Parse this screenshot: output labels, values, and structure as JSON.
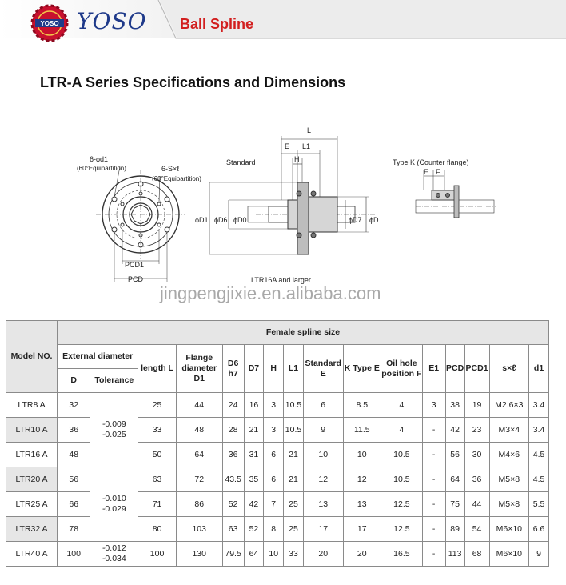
{
  "header": {
    "logo_badge": "YOSO",
    "brand": "YOSO",
    "product": "Ball Spline"
  },
  "title": "LTR-A Series Specifications and Dimensions",
  "drawing": {
    "flange_holes": "6-ϕd1",
    "equi_left": "(60°Equipartition)",
    "tapped_holes": "6-S×ℓ",
    "equi_right": "(60°Equipartition)",
    "pcd1": "PCD1",
    "pcd": "PCD",
    "standard": "Standard",
    "type_k": "Type K (Counter flange)",
    "dim_L": "L",
    "dim_E": "E",
    "dim_L1": "L1",
    "dim_H": "H",
    "dim_D1": "ϕD1",
    "dim_D6": "ϕD6",
    "dim_D0": "ϕD0",
    "dim_D7": "ϕD7",
    "dim_D": "ϕD",
    "dim_K_E": "E",
    "dim_K_F": "F",
    "note": "LTR16A and larger"
  },
  "watermark": "jingpengjixie.en.alibaba.com",
  "table": {
    "model_header": "Model NO.",
    "group_header": "Female spline size",
    "ext_diameter": "External diameter",
    "col_D": "D",
    "col_tol": "Tolerance",
    "col_length": "length L",
    "col_flange": "Flange diameter D1",
    "col_d6": "D6 h7",
    "col_d7": "D7",
    "col_h": "H",
    "col_l1": "L1",
    "col_standard": "Standard E",
    "col_ktype": "K Type E",
    "col_oil": "Oil hole position F",
    "col_e1": "E1",
    "col_pcd": "PCD",
    "col_pcd1": "PCD1",
    "col_sxl": "s×ℓ",
    "col_d1": "d1",
    "tolerances": [
      {
        "upper": "-0.009",
        "lower": "-0.025"
      },
      {
        "upper": "-0.010",
        "lower": "-0.029"
      },
      {
        "upper": "-0.012",
        "lower": "-0.034"
      }
    ],
    "rows": [
      {
        "model": "LTR8 A",
        "D": "32",
        "L": "25",
        "D1": "44",
        "D6": "24",
        "D7": "16",
        "H": "3",
        "L1": "10.5",
        "E": "6",
        "KE": "8.5",
        "F": "4",
        "E1": "3",
        "PCD": "38",
        "PCD1": "19",
        "SL": "M2.6×3",
        "d1": "3.4"
      },
      {
        "model": "LTR10 A",
        "D": "36",
        "L": "33",
        "D1": "48",
        "D6": "28",
        "D7": "21",
        "H": "3",
        "L1": "10.5",
        "E": "9",
        "KE": "11.5",
        "F": "4",
        "E1": "-",
        "PCD": "42",
        "PCD1": "23",
        "SL": "M3×4",
        "d1": "3.4"
      },
      {
        "model": "LTR16 A",
        "D": "48",
        "L": "50",
        "D1": "64",
        "D6": "36",
        "D7": "31",
        "H": "6",
        "L1": "21",
        "E": "10",
        "KE": "10",
        "F": "10.5",
        "E1": "-",
        "PCD": "56",
        "PCD1": "30",
        "SL": "M4×6",
        "d1": "4.5"
      },
      {
        "model": "LTR20 A",
        "D": "56",
        "L": "63",
        "D1": "72",
        "D6": "43.5",
        "D7": "35",
        "H": "6",
        "L1": "21",
        "E": "12",
        "KE": "12",
        "F": "10.5",
        "E1": "-",
        "PCD": "64",
        "PCD1": "36",
        "SL": "M5×8",
        "d1": "4.5"
      },
      {
        "model": "LTR25 A",
        "D": "66",
        "L": "71",
        "D1": "86",
        "D6": "52",
        "D7": "42",
        "H": "7",
        "L1": "25",
        "E": "13",
        "KE": "13",
        "F": "12.5",
        "E1": "-",
        "PCD": "75",
        "PCD1": "44",
        "SL": "M5×8",
        "d1": "5.5"
      },
      {
        "model": "LTR32 A",
        "D": "78",
        "L": "80",
        "D1": "103",
        "D6": "63",
        "D7": "52",
        "H": "8",
        "L1": "25",
        "E": "17",
        "KE": "17",
        "F": "12.5",
        "E1": "-",
        "PCD": "89",
        "PCD1": "54",
        "SL": "M6×10",
        "d1": "6.6"
      },
      {
        "model": "LTR40 A",
        "D": "100",
        "L": "100",
        "D1": "130",
        "D6": "79.5",
        "D7": "64",
        "H": "10",
        "L1": "33",
        "E": "20",
        "KE": "20",
        "F": "16.5",
        "E1": "-",
        "PCD": "113",
        "PCD1": "68",
        "SL": "M6×10",
        "d1": "9"
      }
    ]
  }
}
